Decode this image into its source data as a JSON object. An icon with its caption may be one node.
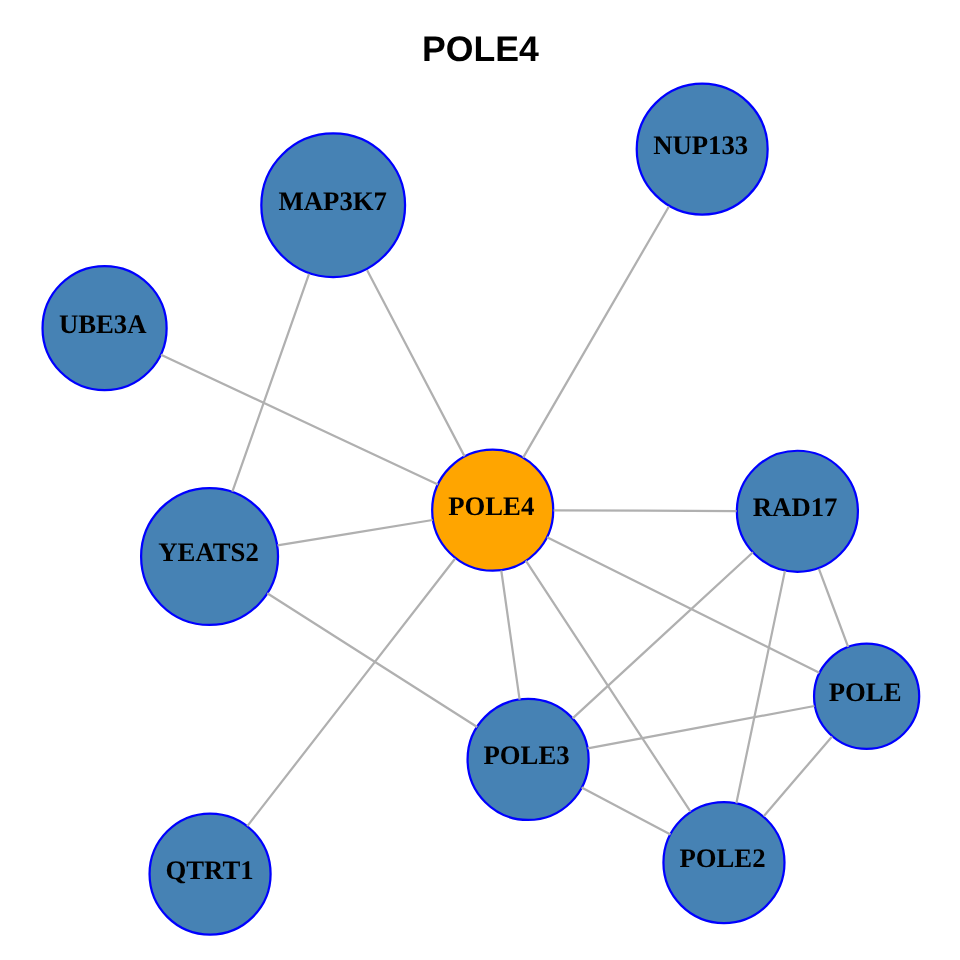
{
  "diagram": {
    "title": "POLE4",
    "nodes": [
      {
        "text": [
          "UBE3A"
        ]
      },
      {
        "text": [
          "NUP133"
        ]
      },
      {
        "text": [
          "QTRT1"
        ]
      },
      {
        "text": [
          "POLE4"
        ]
      },
      {
        "text": [
          "MAP3K7"
        ]
      },
      {
        "text": [
          "RAD17"
        ]
      },
      {
        "text": [
          "YEATS2"
        ]
      },
      {
        "text": [
          "POLE"
        ]
      },
      {
        "text": [
          "POLE3"
        ]
      },
      {
        "text": [
          "POLE2"
        ]
      }
    ],
    "edges": [
      {
        "from": 3,
        "to": 0,
        "arrow": "none"
      },
      {
        "from": 3,
        "to": 1,
        "arrow": "none"
      },
      {
        "from": 3,
        "to": 2,
        "arrow": "none"
      },
      {
        "from": 3,
        "to": 4,
        "arrow": "none"
      },
      {
        "from": 3,
        "to": 5,
        "arrow": "none"
      },
      {
        "from": 3,
        "to": 6,
        "arrow": "none"
      },
      {
        "from": 3,
        "to": 7,
        "arrow": "none"
      },
      {
        "from": 3,
        "to": 8,
        "arrow": "none"
      },
      {
        "from": 3,
        "to": 9,
        "arrow": "none"
      },
      {
        "from": 4,
        "to": 6,
        "arrow": "none"
      },
      {
        "from": 5,
        "to": 7,
        "arrow": "none"
      },
      {
        "from": 5,
        "to": 8,
        "arrow": "none"
      },
      {
        "from": 5,
        "to": 9,
        "arrow": "none"
      },
      {
        "from": 7,
        "to": 8,
        "arrow": "none"
      },
      {
        "from": 7,
        "to": 9,
        "arrow": "none"
      },
      {
        "from": 8,
        "to": 9,
        "arrow": "none"
      },
      {
        "from": 6,
        "to": 8,
        "arrow": "none"
      }
    ]
  }
}
